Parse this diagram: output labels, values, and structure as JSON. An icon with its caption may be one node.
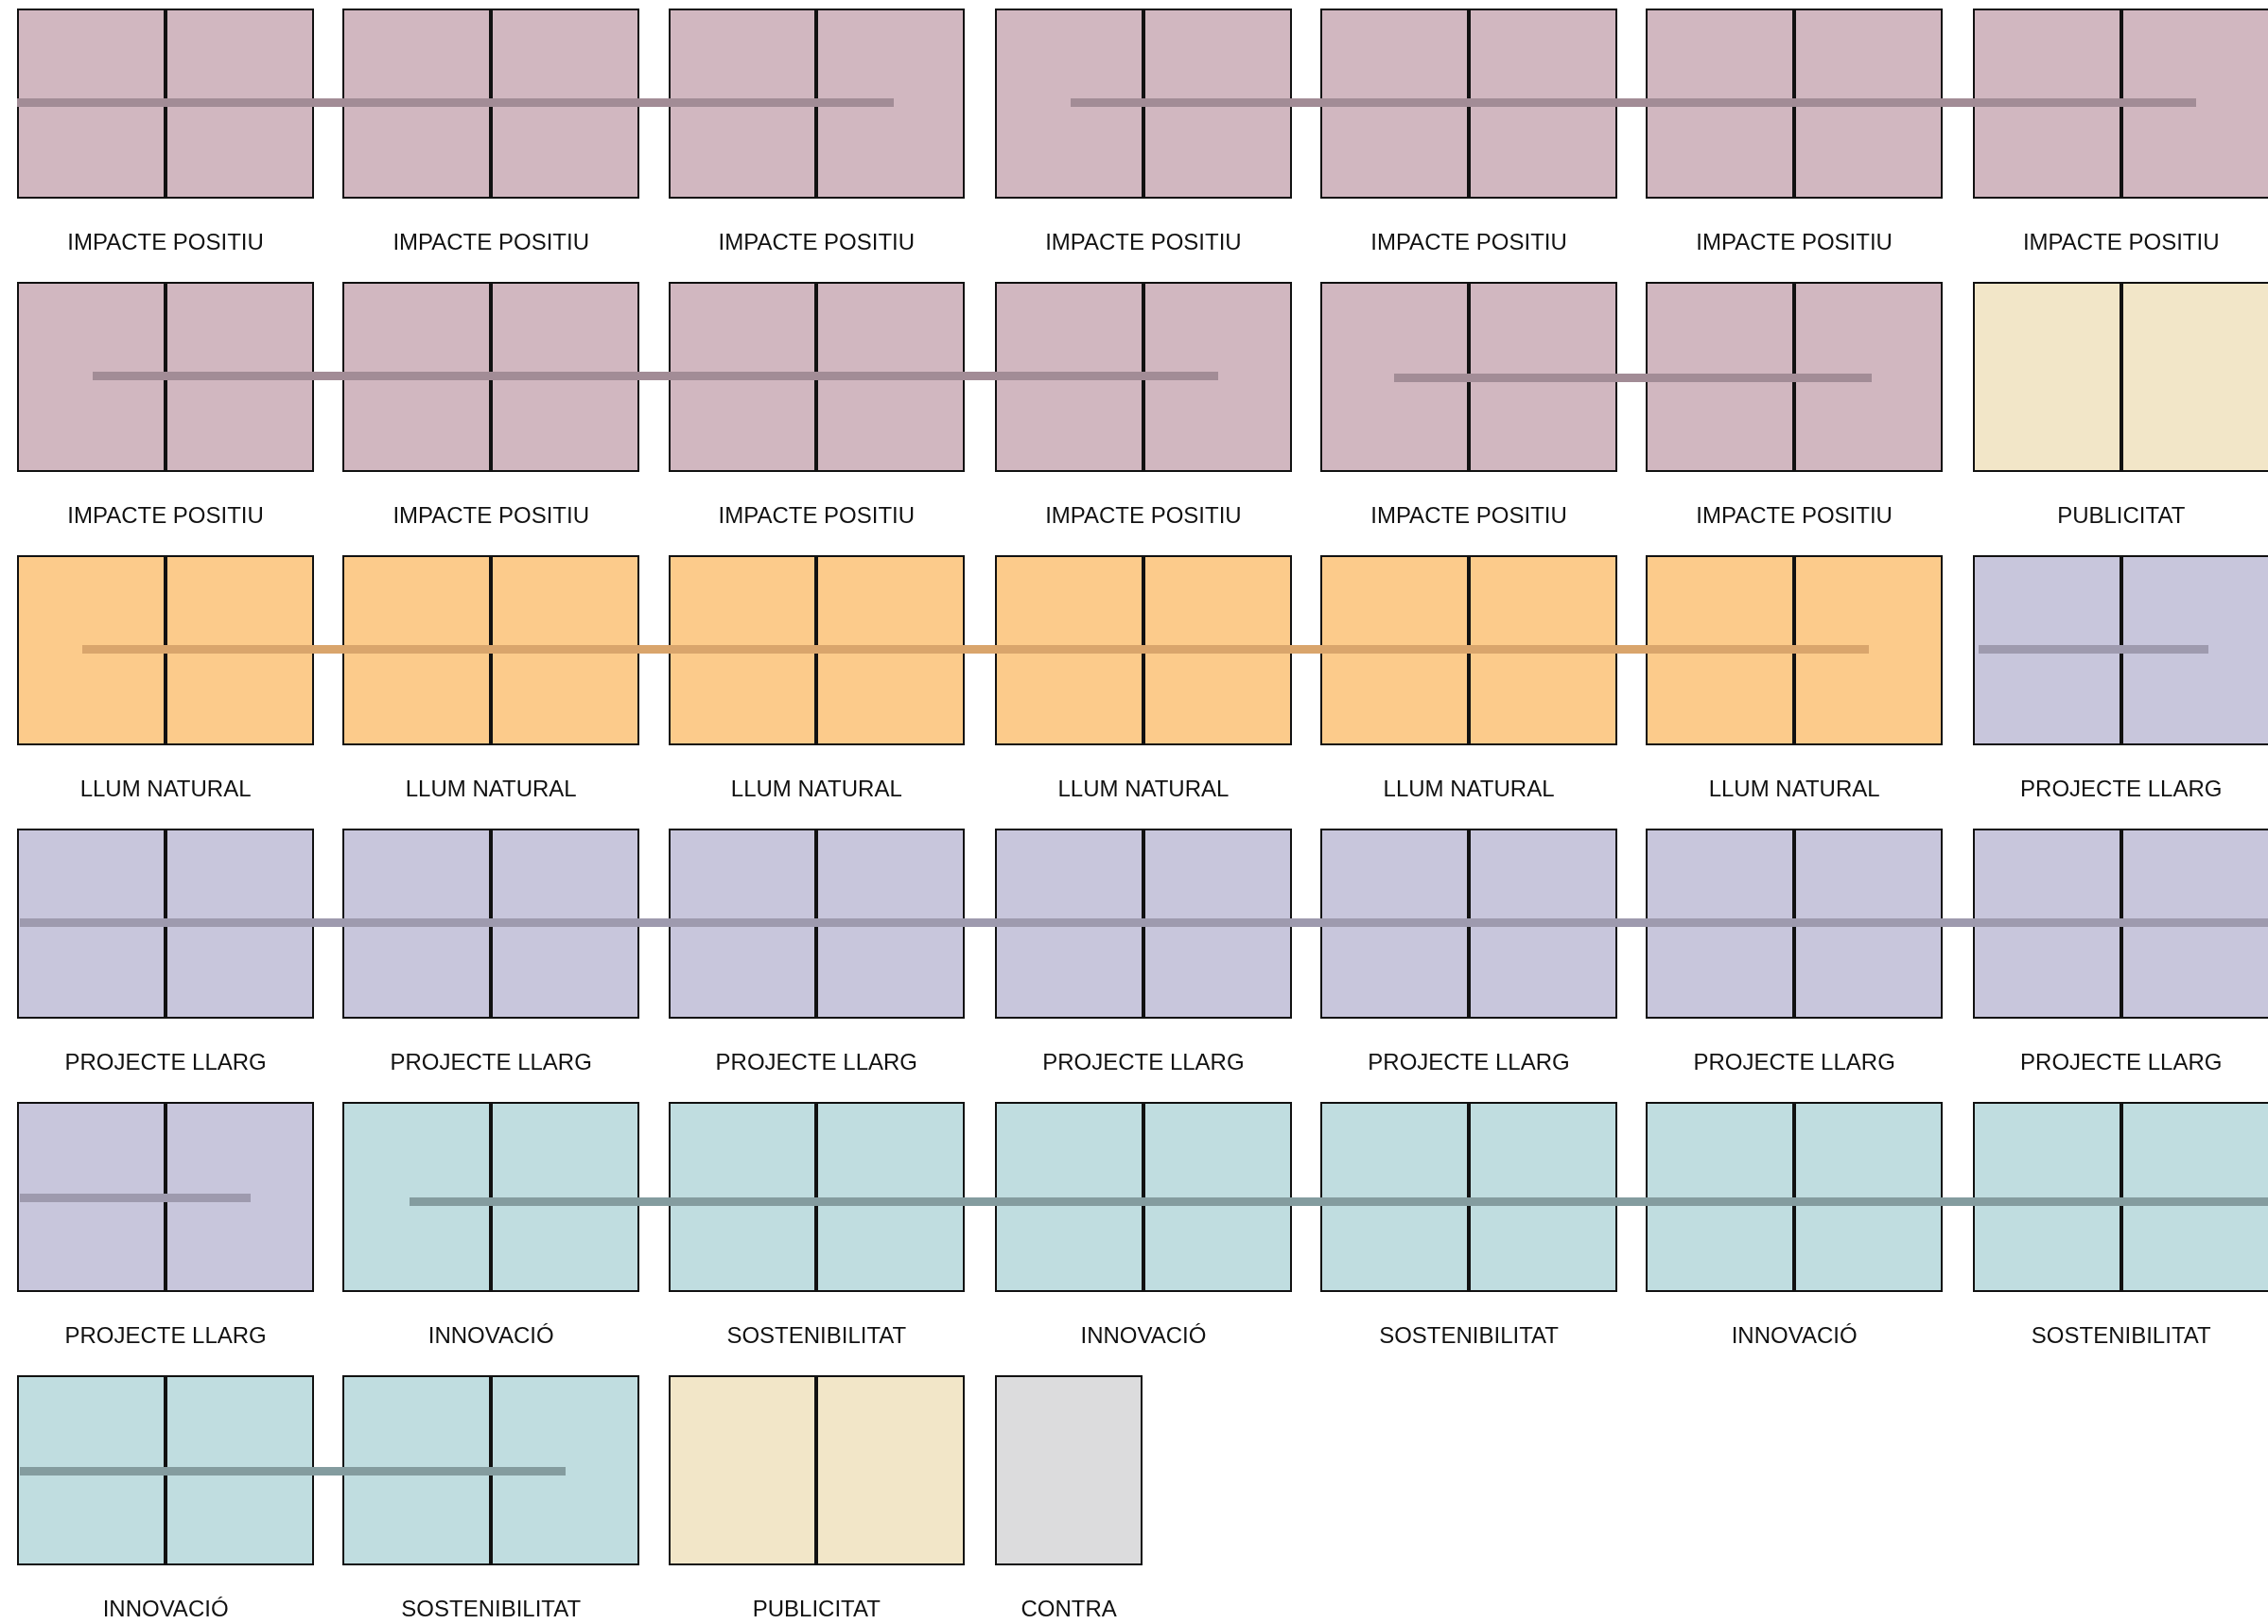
{
  "diagram": {
    "nodes": [
      {
        "text": [
          "IMPACTE POSITIU"
        ]
      },
      {
        "text": [
          "IMPACTE POSITIU"
        ]
      },
      {
        "text": [
          "IMPACTE POSITIU"
        ]
      },
      {
        "text": [
          "IMPACTE POSITIU"
        ]
      },
      {
        "text": [
          "IMPACTE POSITIU"
        ]
      },
      {
        "text": [
          "IMPACTE POSITIU"
        ]
      },
      {
        "text": [
          "IMPACTE POSITIU"
        ]
      },
      {
        "text": [
          "IMPACTE POSITIU"
        ]
      },
      {
        "text": [
          "IMPACTE POSITIU"
        ]
      },
      {
        "text": [
          "IMPACTE POSITIU"
        ]
      },
      {
        "text": [
          "IMPACTE POSITIU"
        ]
      },
      {
        "text": [
          "IMPACTE POSITIU"
        ]
      },
      {
        "text": [
          "IMPACTE POSITIU"
        ]
      },
      {
        "text": [
          "PUBLICITAT"
        ]
      },
      {
        "text": [
          "LLUM NATURAL"
        ]
      },
      {
        "text": [
          "LLUM NATURAL"
        ]
      },
      {
        "text": [
          "LLUM NATURAL"
        ]
      },
      {
        "text": [
          "LLUM NATURAL"
        ]
      },
      {
        "text": [
          "LLUM NATURAL"
        ]
      },
      {
        "text": [
          "LLUM NATURAL"
        ]
      },
      {
        "text": [
          "PROJECTE LLARG"
        ]
      },
      {
        "text": [
          "PROJECTE LLARG"
        ]
      },
      {
        "text": [
          "PROJECTE LLARG"
        ]
      },
      {
        "text": [
          "PROJECTE LLARG"
        ]
      },
      {
        "text": [
          "PROJECTE LLARG"
        ]
      },
      {
        "text": [
          "PROJECTE LLARG"
        ]
      },
      {
        "text": [
          "PROJECTE LLARG"
        ]
      },
      {
        "text": [
          "PROJECTE LLARG"
        ]
      },
      {
        "text": [
          "PROJECTE LLARG"
        ]
      },
      {
        "text": [
          "INNOVACIÓ"
        ]
      },
      {
        "text": [
          "SOSTENIBILITAT"
        ]
      },
      {
        "text": [
          "INNOVACIÓ"
        ]
      },
      {
        "text": [
          "SOSTENIBILITAT"
        ]
      },
      {
        "text": [
          "INNOVACIÓ"
        ]
      },
      {
        "text": [
          "SOSTENIBILITAT"
        ]
      },
      {
        "text": [
          "INNOVACIÓ"
        ]
      },
      {
        "text": [
          "SOSTENIBILITAT"
        ]
      },
      {
        "text": [
          "PUBLICITAT"
        ]
      },
      {
        "text": [
          "CONTRA"
        ]
      }
    ]
  }
}
